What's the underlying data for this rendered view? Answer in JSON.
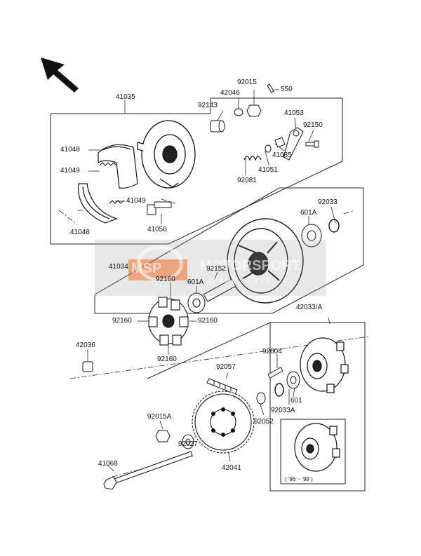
{
  "labels": {
    "p41035": "41035",
    "p41048a": "41048",
    "p41049a": "41049",
    "p41049b": "41049",
    "p41048b": "41048",
    "p41050": "41050",
    "p92143": "92143",
    "p42046": "42046",
    "p92015": "92015",
    "p550": "550",
    "p41053": "41053",
    "p92150": "92150",
    "p41085": "41085",
    "p41051": "41051",
    "p92081": "92081",
    "p92033": "92033",
    "p601a_r": "601A",
    "p41034": "41034",
    "p92152": "92152",
    "p92160_t": "92160",
    "p601a_l": "601A",
    "p42033a": "42033/A",
    "p92160_l": "92160",
    "p92160_r": "92160",
    "p42036": "42036",
    "p92004": "92004",
    "p92160_b": "92160",
    "p92057": "92057",
    "p601": "601",
    "p92033a": "92033A",
    "p92015a": "92015A",
    "p92052": "92052",
    "p92027": "92027",
    "p41068": "41068",
    "p42041": "42041",
    "inset_years": "( '96 ~ '99 )"
  },
  "watermark": {
    "logo": "MSP",
    "brand": "MOTORSPORT",
    "sub": "SPARE PARTS"
  }
}
